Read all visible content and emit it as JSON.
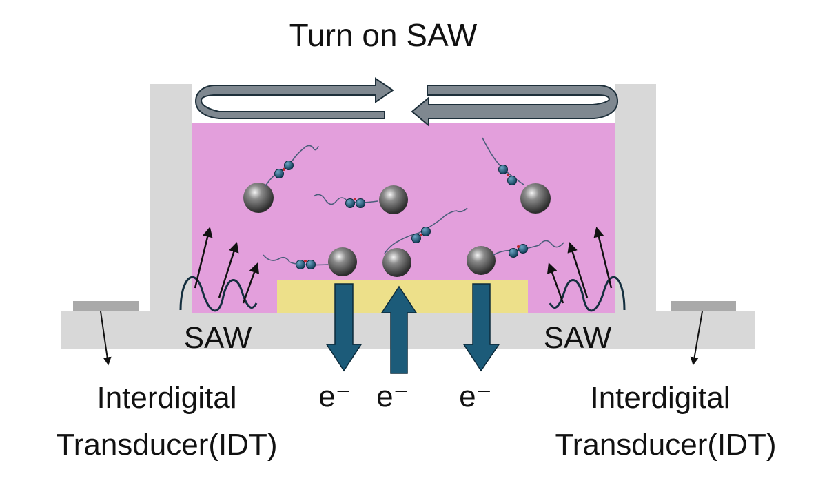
{
  "title": "Turn on SAW",
  "labels": {
    "saw_left": "SAW",
    "saw_right": "SAW",
    "idt_left_line1": "Interdigital",
    "idt_left_line2": "Transducer(IDT)",
    "idt_right_line1": "Interdigital",
    "idt_right_line2": "Transducer(IDT)",
    "electron_1": "e⁻",
    "electron_2": "e⁻",
    "electron_3": "e⁻"
  },
  "colors": {
    "chamber_fluid": "#e39fdc",
    "chip_gray": "#d8d8d8",
    "electrode_yellow": "#ede08a",
    "arrow_blue": "#1c5b79",
    "rotation_arrow_fill": "#7f8890",
    "idt_pad": "#a9a9a9",
    "bead": "#6a6a6a",
    "molecule_bead": "#1b5a7d"
  },
  "icons": {
    "rotation": "circular-stirring-arrows",
    "beads": "magnetic-bead-icon",
    "molecules": "dna-probe-icon",
    "waves": "surface-acoustic-wave-icon",
    "electron_transfer": "electron-flow-arrow"
  }
}
